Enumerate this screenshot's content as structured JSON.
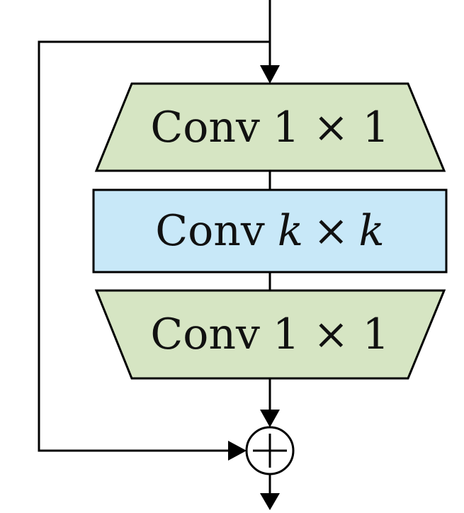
{
  "blocks": {
    "top": {
      "word": "Conv",
      "size": "1 × 1",
      "fill": "#d6e5c3"
    },
    "middle": {
      "word": "Conv",
      "size_a": "k",
      "times": "×",
      "size_b": "k",
      "fill": "#c8e8f8"
    },
    "bottom": {
      "word": "Conv",
      "size": "1 × 1",
      "fill": "#d6e5c3"
    }
  },
  "add_node": {
    "symbol": "+"
  },
  "colors": {
    "line": "#000000",
    "background": "#ffffff"
  }
}
